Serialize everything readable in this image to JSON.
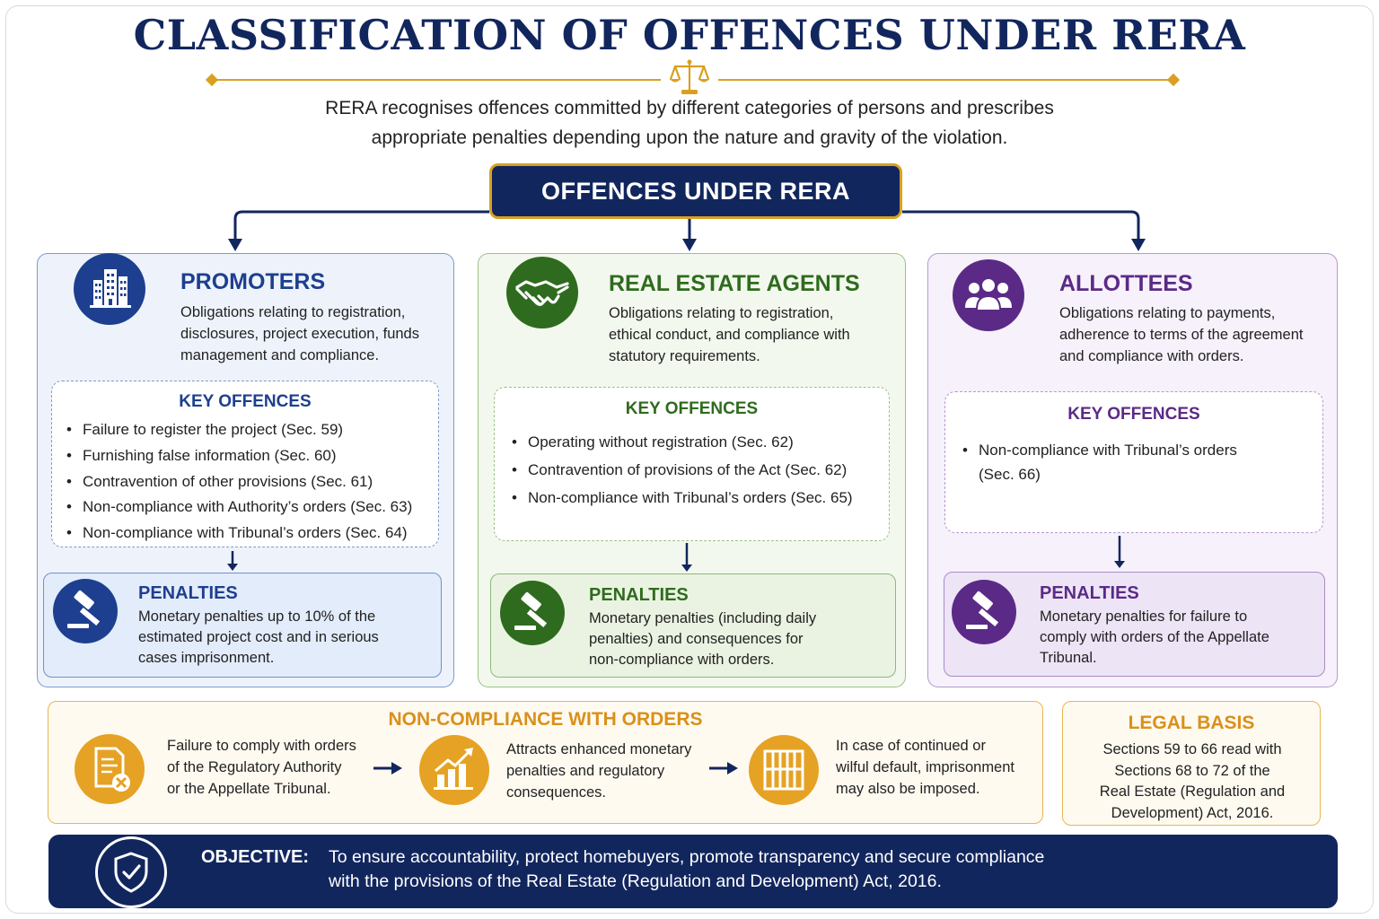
{
  "title": "CLASSIFICATION OF OFFENCES UNDER RERA",
  "intro": {
    "line1": "RERA recognises offences committed by different categories of persons and prescribes",
    "line2": "appropriate penalties depending upon the nature and gravity of the violation."
  },
  "root": "OFFENCES UNDER RERA",
  "colors": {
    "navy": "#12265e",
    "gold": "#d9a020",
    "blue": "#1e3f8f",
    "green": "#2f6b1e",
    "purple": "#5b2a86",
    "orange": "#e5a224"
  },
  "categories": [
    {
      "icon": "building-icon",
      "title": "PROMOTERS",
      "desc": [
        "Obligations relating to registration,",
        "disclosures, project execution, funds",
        "management and compliance."
      ],
      "offences_title": "KEY OFFENCES",
      "offences": [
        "Failure to register the project (Sec. 59)",
        "Furnishing false information (Sec. 60)",
        "Contravention of other provisions (Sec. 61)",
        "Non-compliance with Authority’s orders (Sec. 63)",
        "Non-compliance with Tribunal’s orders (Sec. 64)"
      ],
      "penalty_icon": "gavel-icon",
      "penalty_title": "PENALTIES",
      "penalty_text": [
        "Monetary penalties up to 10% of the",
        "estimated project cost and in serious",
        "cases imprisonment."
      ]
    },
    {
      "icon": "handshake-icon",
      "title": "REAL ESTATE AGENTS",
      "desc": [
        "Obligations relating to registration,",
        "ethical conduct, and compliance with",
        "statutory requirements."
      ],
      "offences_title": "KEY OFFENCES",
      "offences": [
        "Operating without registration (Sec. 62)",
        "Contravention of provisions of the Act (Sec. 62)",
        "Non-compliance with Tribunal’s orders (Sec. 65)"
      ],
      "penalty_icon": "gavel-icon",
      "penalty_title": "PENALTIES",
      "penalty_text": [
        "Monetary penalties (including daily",
        "penalties) and consequences for",
        "non-compliance with orders."
      ]
    },
    {
      "icon": "people-icon",
      "title": "ALLOTTEES",
      "desc": [
        "Obligations relating to payments,",
        "adherence to terms of the agreement",
        "and compliance with orders."
      ],
      "offences_title": "KEY OFFENCES",
      "offences": [
        "Non-compliance with Tribunal’s orders (Sec. 66)"
      ],
      "penalty_icon": "gavel-icon",
      "penalty_title": "PENALTIES",
      "penalty_text": [
        "Monetary penalties for failure to",
        "comply with orders of the Appellate",
        "Tribunal."
      ]
    }
  ],
  "non_compliance": {
    "title": "NON-COMPLIANCE WITH ORDERS",
    "steps": [
      {
        "icon": "document-cross-icon",
        "text": [
          "Failure to comply with orders",
          "of the Regulatory Authority",
          "or the Appellate Tribunal."
        ]
      },
      {
        "icon": "rising-chart-icon",
        "text": [
          "Attracts enhanced monetary",
          "penalties and regulatory",
          "consequences."
        ]
      },
      {
        "icon": "prison-bars-icon",
        "text": [
          "In case of continued or",
          "wilful default, imprisonment",
          "may also be imposed."
        ]
      }
    ]
  },
  "legal_basis": {
    "title": "LEGAL BASIS",
    "text": [
      "Sections 59 to 66 read with",
      "Sections 68 to 72 of the",
      "Real Estate (Regulation and",
      "Development) Act, 2016."
    ]
  },
  "objective": {
    "label": "OBJECTIVE:",
    "line1": "To ensure accountability, protect homebuyers, promote transparency and secure compliance",
    "line2": "with the provisions of the Real Estate (Regulation and Development) Act, 2016."
  }
}
